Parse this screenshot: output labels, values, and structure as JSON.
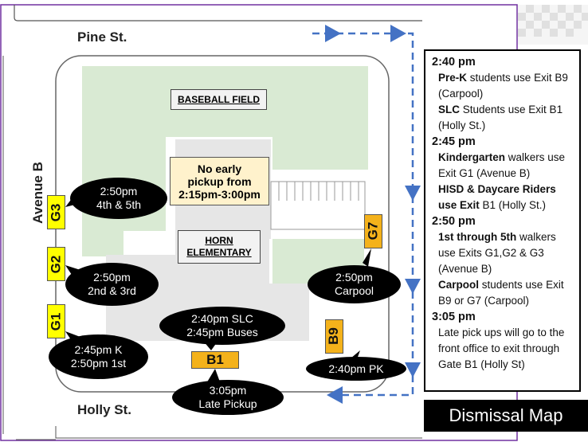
{
  "streets": {
    "north": "Pine St.",
    "west": "Avenue B",
    "south": "Holly St."
  },
  "map_labels": {
    "baseball_field": "BASEBALL FIELD",
    "school_line1": "HORN",
    "school_line2": "ELEMENTARY"
  },
  "note": {
    "line1": "No early",
    "line2": "pickup from",
    "line3": "2:15pm-3:00pm"
  },
  "gates": {
    "g3": "G3",
    "g2": "G2",
    "g1": "G1",
    "g7": "G7",
    "b9": "B9",
    "b1": "B1"
  },
  "bubbles": {
    "g3": {
      "line1": "2:50pm",
      "line2": "4th & 5th"
    },
    "g2": {
      "line1": "2:50pm",
      "line2": "2nd & 3rd"
    },
    "g1": {
      "line1": "2:45pm K",
      "line2": "2:50pm 1st"
    },
    "b1_top": {
      "line1": "2:40pm SLC",
      "line2": "2:45pm Buses"
    },
    "b1_bottom": {
      "line1": "3:05pm",
      "line2": "Late Pickup"
    },
    "g7": {
      "line1": "2:50pm",
      "line2": "Carpool"
    },
    "b9": {
      "line1": "2:40pm PK"
    }
  },
  "schedule": [
    {
      "time": "2:40 pm",
      "items": [
        {
          "bold": "Pre-K",
          "text": " students use Exit B9 (Carpool)"
        },
        {
          "bold": "SLC",
          "text": " Students use Exit B1 (Holly St.)"
        }
      ]
    },
    {
      "time": "2:45 pm",
      "items": [
        {
          "bold": "Kindergarten",
          "text": " walkers use Exit G1 (Avenue B)"
        },
        {
          "bold": "HISD & Daycare Riders use Exit",
          "text": " B1 (Holly St.)"
        }
      ]
    },
    {
      "time": "2:50 pm",
      "items": [
        {
          "bold": "1st through 5th",
          "text": " walkers use Exits G1,G2 & G3 (Avenue B)"
        },
        {
          "bold": "Carpool",
          "text": " students use Exit B9 or G7 (Carpool)"
        }
      ]
    },
    {
      "time": "3:05 pm",
      "items": [
        {
          "bold": "",
          "text": "Late pick ups will go to the front office to exit through Gate B1 (Holly St)"
        }
      ]
    }
  ],
  "title": "Dismissal Map",
  "colors": {
    "field_green": "#d9ead3",
    "building_gray": "#e6e6e6",
    "gate_yellow": "#ffff00",
    "gate_orange": "#f4b21b",
    "arrow_blue": "#4472c4",
    "border_purple": "#7030a0"
  }
}
